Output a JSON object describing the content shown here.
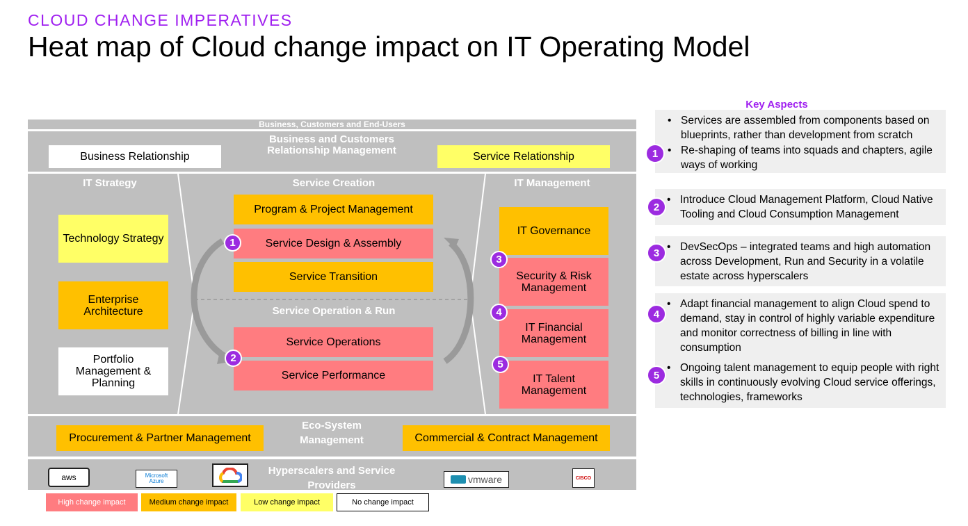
{
  "header": {
    "eyebrow": "CLOUD CHANGE IMPERATIVES",
    "title": "Heat map of Cloud change impact on IT Operating Model"
  },
  "diagram": {
    "top_band": "Business, Customers and End-Users",
    "brm": {
      "heading": "Business and Customers Relationship Management",
      "business_relationship": "Business Relationship",
      "service_relationship": "Service Relationship"
    },
    "it_strategy": {
      "heading": "IT Strategy",
      "technology_strategy": "Technology Strategy",
      "enterprise_architecture": "Enterprise Architecture",
      "portfolio": "Portfolio Management & Planning"
    },
    "service_creation": {
      "heading": "Service Creation",
      "program": "Program & Project Management",
      "design": "Service Design & Assembly",
      "transition": "Service Transition"
    },
    "service_operation": {
      "heading": "Service Operation & Run",
      "operations": "Service Operations",
      "performance": "Service Performance"
    },
    "it_management": {
      "heading": "IT Management",
      "governance": "IT Governance",
      "security": "Security & Risk Management",
      "financial": "IT Financial Management",
      "talent": "IT Talent Management"
    },
    "ecosystem": {
      "heading": "Eco-System Management",
      "procurement": "Procurement & Partner Management",
      "commercial": "Commercial & Contract Management"
    },
    "hyperscalers": {
      "heading": "Hyperscalers and Service Providers",
      "logos": [
        "aws",
        "Microsoft Azure",
        "Google Cloud",
        "vmware",
        "CISCO"
      ],
      "aws": "aws",
      "azure_line1": "Microsoft",
      "azure_line2": "Azure",
      "vmware": "vmware",
      "cisco": "CISCO"
    },
    "markers": [
      "1",
      "2",
      "3",
      "4",
      "5"
    ]
  },
  "legend": {
    "high": "High change impact",
    "medium": "Medium change impact",
    "low": "Low change impact",
    "none": "No change impact"
  },
  "key_aspects": {
    "title": "Key Aspects",
    "items": [
      {
        "number": "1",
        "bullets": [
          "Services are assembled from components based on blueprints, rather than development from scratch",
          "Re-shaping of teams into squads and chapters, agile ways of working"
        ]
      },
      {
        "number": "2",
        "bullets": [
          "Introduce Cloud Management Platform, Cloud Native Tooling and Cloud Consumption Management"
        ]
      },
      {
        "number": "3",
        "bullets": [
          "DevSecOps – integrated teams and high automation across Development, Run and Security in a volatile estate across hyperscalers"
        ]
      },
      {
        "number": "4",
        "bullets": [
          "Adapt financial management to align Cloud spend to demand, stay in control of highly variable expenditure and monitor correctness of billing in line with consumption"
        ]
      },
      {
        "number": "5",
        "bullets": [
          "Ongoing talent management to equip people with right skills in continuously evolving Cloud service offerings, technologies, frameworks"
        ]
      }
    ]
  },
  "colors": {
    "high": "#ff7c80",
    "medium": "#ffc000",
    "low": "#ffff66",
    "none": "#ffffff",
    "panel": "#bfbfbf",
    "accent": "#9c2be0"
  }
}
